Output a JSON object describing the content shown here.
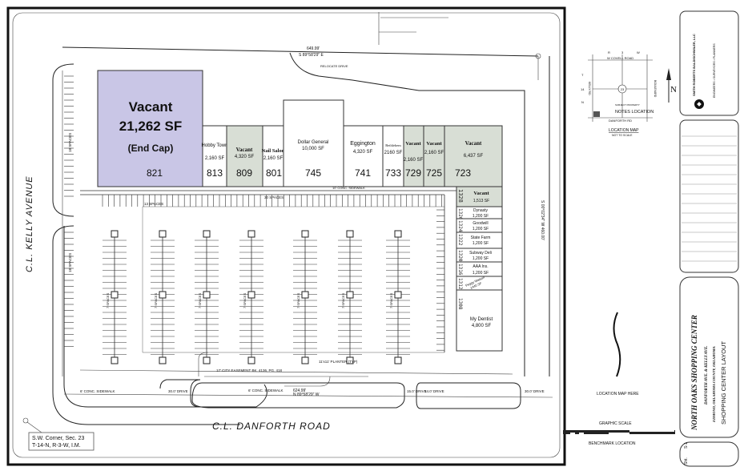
{
  "colors": {
    "vacant_anchor": "#c9c6e6",
    "vacant_inline": "#d8ded5",
    "occupied": "#ffffff",
    "line": "#222222"
  },
  "roads": {
    "kelly": "C.L. KELLY AVENUE",
    "danforth": "C.L. DANFORTH ROAD"
  },
  "survey": {
    "corner_line1": "S.W. Corner, Sec. 23",
    "corner_line2": "T-14-N, R-3-W, I.M.",
    "north_bearing": "S 89°58'29\" E",
    "north_dist": "649.99'",
    "east_line": "S 00°02'34\" W   460.00'",
    "south_dist": "624.99'",
    "south_bearing": "N 89°58'29\" W",
    "relocate_drive": "RELOCATE DRIVE",
    "easement": "17' CITY EASEMENT BK. 4136, PG. 418",
    "planter": "11'x11' PLANTER (TYP)",
    "sidewalk_10": "10' CONC. SIDEWALK",
    "sidewalk_6": "6' CONC. SIDEWALK",
    "drive_30": "30.0' DRIVE",
    "drive_15": "15.0' DRIVE",
    "drive_14": "14.0' DRIVE",
    "spaces_13": "13 SPACES",
    "spaces_30": "30 SPACES",
    "spaces_7": "7 SPACES",
    "spaces_18": "18 SPACES"
  },
  "anchor": {
    "name": "Vacant",
    "size": "21,262 SF",
    "note": "(End Cap)",
    "number": "821"
  },
  "units": [
    {
      "name": "Hobby Town",
      "size": "2,160 SF",
      "number": "813",
      "vacant": false
    },
    {
      "name": "Vacant",
      "size": "4,320 SF",
      "number": "809",
      "vacant": true
    },
    {
      "name": "Nail Salon",
      "size": "2,160 SF",
      "number": "801",
      "vacant": false
    },
    {
      "name": "Dollar General",
      "size": "10,000 SF",
      "number": "745",
      "vacant": false
    },
    {
      "name": "Eggington",
      "size": "4,320 SF",
      "number": "741",
      "vacant": false
    },
    {
      "name": "Bethlehem",
      "size": "2160 SF",
      "number": "733",
      "vacant": false
    },
    {
      "name": "Vacant",
      "size": "2,160 SF",
      "number": "729",
      "vacant": true
    },
    {
      "name": "Vacant",
      "size": "2,160 SF",
      "number": "725",
      "vacant": true
    },
    {
      "name": "Vacant",
      "size": "6,437 SF",
      "number": "723",
      "vacant": true
    }
  ],
  "east_units": [
    {
      "name": "Vacant",
      "size": "1,513 SF",
      "number": "1328",
      "vacant": true
    },
    {
      "name": "Dynasty",
      "size": "1,200 SF",
      "number": "1326",
      "vacant": false
    },
    {
      "name": "Goodwill",
      "size": "1,200 SF",
      "number": "1324",
      "vacant": false
    },
    {
      "name": "State Farm",
      "size": "1,200 SF",
      "number": "1322",
      "vacant": false
    },
    {
      "name": "Subway Deli",
      "size": "1,200 SF",
      "number": "1320",
      "vacant": false
    },
    {
      "name": "AAA Ins.",
      "size": "1,200 SF",
      "number": "1316",
      "vacant": false
    },
    {
      "name": "Peggy Watson",
      "size": "1440 SF",
      "number": "1312",
      "vacant": false
    },
    {
      "name": "My Dentist",
      "size": "4,800 SF",
      "number": "1308",
      "vacant": false
    }
  ],
  "location_map": {
    "title": "LOCATION MAP",
    "subtitle": "NOT TO SCALE",
    "north_road": "W COVELL ROAD",
    "south_road": "DANFORTH RD",
    "west_road": "KELLY RD",
    "east_road": "BOULEVARD",
    "section": "23",
    "range": [
      "R",
      "3",
      "W"
    ],
    "township": [
      "T",
      "14",
      "N"
    ],
    "notes": "NOTES LOCATION",
    "subject": "SUBJECT PROPERTY"
  },
  "north_arrow": "N",
  "lower_notes": {
    "location_map_here": "LOCATION MAP HERE",
    "graphic_scale": "GRAPHIC SCALE",
    "benchmark": "BENCHMARK LOCATION"
  },
  "title_block": {
    "project": "NORTH OAKS SHOPPING CENTER",
    "address": "DANFORTH AVE. & KELLY AVE.",
    "city": "EDMOND, OKLAHOMA COUNTY, OKLAHOMA",
    "sheet_title": "SHOPPING CENTER LAYOUT",
    "sheet_label": "Sht.",
    "sheet_no": "S-1",
    "firm": "SMITH ROBERTS BALDISCHWILER, LLC",
    "firm_tag": "ENGINEERS • SURVEYORS • PLANNERS"
  }
}
